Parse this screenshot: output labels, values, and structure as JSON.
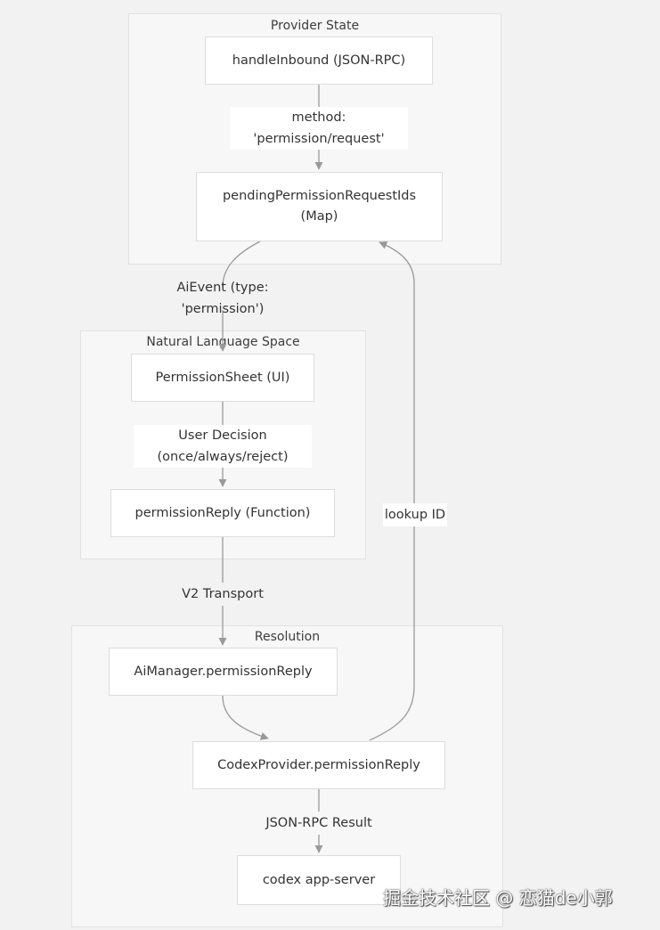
{
  "clusters": {
    "provider_state": {
      "title": "Provider State"
    },
    "natural_language_space": {
      "title": "Natural Language Space"
    },
    "resolution": {
      "title": "Resolution"
    }
  },
  "nodes": {
    "handle_inbound": {
      "lines": [
        "handleInbound (JSON-RPC)"
      ]
    },
    "pending_ids": {
      "lines": [
        "pendingPermissionRequestIds",
        "(Map)"
      ]
    },
    "permission_sheet": {
      "lines": [
        "PermissionSheet (UI)"
      ]
    },
    "permission_reply_fn": {
      "lines": [
        "permissionReply (Function)"
      ]
    },
    "ai_manager": {
      "lines": [
        "AiManager.permissionReply"
      ]
    },
    "codex_provider": {
      "lines": [
        "CodexProvider.permissionReply"
      ]
    },
    "codex_app_server": {
      "lines": [
        "codex app-server"
      ]
    }
  },
  "edge_labels": {
    "method": {
      "lines": [
        "method:",
        "'permission/request'"
      ]
    },
    "ai_event": {
      "lines": [
        "AiEvent (type: 'permission')"
      ]
    },
    "user_decision": {
      "lines": [
        "User Decision",
        "(once/always/reject)"
      ]
    },
    "v2_transport": {
      "lines": [
        "V2 Transport"
      ]
    },
    "json_rpc_result": {
      "lines": [
        "JSON-RPC Result"
      ]
    },
    "lookup_id": {
      "lines": [
        "lookup ID"
      ]
    }
  },
  "watermark": {
    "text": "掘金技术社区 @ 恋猫de小郭"
  },
  "colors": {
    "background": "#f2f2f2",
    "cluster_fill": "#f7f7f7",
    "cluster_border": "#e2e2e2",
    "node_fill": "#ffffff",
    "node_border": "#dddddd",
    "edge": "#999999"
  }
}
